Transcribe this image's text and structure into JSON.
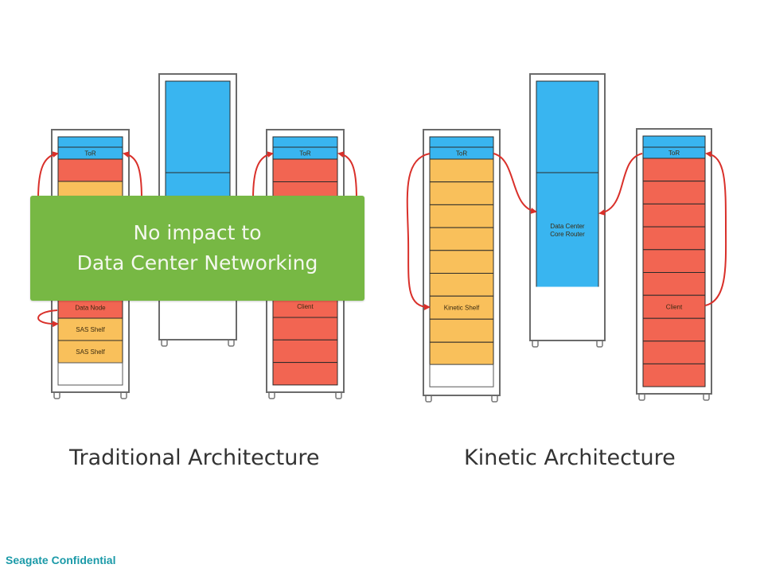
{
  "colors": {
    "network_blue": "#39b5f0",
    "client_red": "#f26552",
    "storage_yellow": "#f9c05b",
    "arrow_red": "#d9302a",
    "overlay_green": "#77b844",
    "footer_teal": "#1b9aa8"
  },
  "traditional": {
    "caption": "Traditional Architecture",
    "storage_rack": {
      "tor_label": "ToR",
      "data_node_label": "Data Node",
      "sas_shelf_labels": [
        "SAS Shelf",
        "SAS Shelf"
      ]
    },
    "client_rack": {
      "tor_label": "ToR",
      "client_label": "Client"
    }
  },
  "kinetic": {
    "caption": "Kinetic Architecture",
    "storage_rack": {
      "tor_label": "ToR",
      "shelf_label": "Kinetic Shelf"
    },
    "core_router": {
      "label_line1": "Data Center",
      "label_line2": "Core Router"
    },
    "client_rack": {
      "tor_label": "ToR",
      "client_label": "Client"
    }
  },
  "overlay": {
    "line1": "No impact to",
    "line2": "Data Center Networking"
  },
  "footer": {
    "text": "Seagate Confidential"
  }
}
